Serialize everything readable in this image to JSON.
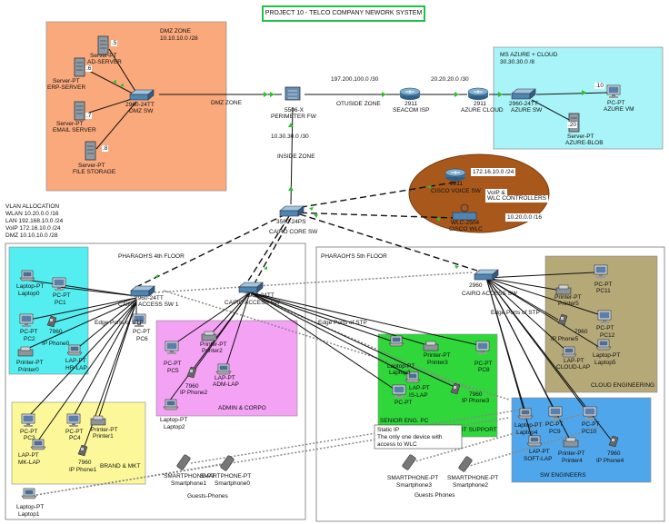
{
  "title": "PROJECT 10 - TELCO COMPANY NEWORK SYSTEM",
  "zones": {
    "dmz": {
      "name": "DMZ ZONE",
      "subnet": "10.10.10.0 /28",
      "color": "#f9a97b"
    },
    "azure": {
      "name": "MS AZURE + CLOUD",
      "subnet": "30.30.30.0 /8",
      "color": "#a8f4f8"
    },
    "voice": {
      "l1": "172.16.10.0 /24",
      "l2": "VoIP &",
      "l3": "WLC CONTROLLERS",
      "l4": "10.20.0.0 /16",
      "color": "#a9581c"
    },
    "floor4": {
      "name": "PHARAOH'S 4th FLOOR"
    },
    "floor5": {
      "name": "PHARAOH'S 5th FLOOR"
    },
    "cyan": {
      "color": "#55eef0"
    },
    "admin": {
      "name": "ADMIN & CORPO",
      "color": "#f4a2f4"
    },
    "brand": {
      "name": "BRAND & MKT",
      "color": "#fcf89a"
    },
    "itsupport": {
      "name": "IT SUPPORT",
      "color": "#2fd73a"
    },
    "cloudeng": {
      "name": "CLOUD ENGINEERING",
      "color": "#b5a978"
    },
    "swe": {
      "name": "SW ENGINEERS",
      "color": "#4fa6ea"
    }
  },
  "vlan": {
    "title": "VLAN ALLOCATION",
    "lines": [
      "WLAN 10.20.0.0 /16",
      "LAN 192.168.10.0 /24",
      "VoIP  172.16.10.0 /24",
      "DMZ  10.10.10.0 /28"
    ]
  },
  "links": {
    "dmz": "DMZ ZONE",
    "outside": "OTUSIDE ZONE",
    "isp": "197.200.100.0 /30",
    "cloud": "20.20.20.0 /30",
    "inside_net": "10.30.30.0 /30",
    "inside": "INSIDE ZONE",
    "stp_a": "Edge Ports of STP",
    "stp_b": "Edge Ports of STP",
    "stp_c": "Edge Ports of STP",
    "stp_d": "Edge Ports of STP"
  },
  "devices": {
    "ad": {
      "l1": "Server-PT",
      "l2": "AD-SERVER",
      "ip": ".5"
    },
    "erp": {
      "l1": "Server-PT",
      "l2": "ERP-SERVER",
      "ip": ".6"
    },
    "email": {
      "l1": "Server-PT",
      "l2": "EMAIL SERVER",
      "ip": ".7"
    },
    "file": {
      "l1": "Server-PT",
      "l2": "FILE STORAGE",
      "ip": ".8"
    },
    "dmzsw": {
      "l1": "2960-24TT",
      "l2": "DMZ SW"
    },
    "fw": {
      "l1": "5506-X",
      "l2": "PERIMETER FW"
    },
    "isp": {
      "l1": "2911",
      "l2": "SEACOM ISP"
    },
    "azcloud": {
      "l1": "2911",
      "l2": "AZURE CLOUD"
    },
    "azsw": {
      "l1": "2960-24TT",
      "l2": "AZURE SW"
    },
    "vm": {
      "l1": "PC-PT",
      "l2": "AZURE VM",
      "ip": ".10"
    },
    "blob": {
      "l1": "Server-PT",
      "l2": "AZURE-BLOB",
      "ip": ".20"
    },
    "voice": {
      "l1": "2811",
      "l2": "CISCO VOICE SW"
    },
    "wlc": {
      "l1": "WLC-2504",
      "l2": "CISCO WLC"
    },
    "core": {
      "l1": "3560-24PS",
      "l2": "CAIRO CORE SW"
    },
    "acc1": {
      "l1": "2960-24TT",
      "l2": "CAIRO ACCESS SW 1"
    },
    "acc2": {
      "l1": "2960-24TT",
      "l2": "CAIRO ACCESS SW"
    },
    "acc3": {
      "l1": "2960",
      "l2": "CAIRO ACCESS SW"
    },
    "laptop0": {
      "l1": "Laptop-PT",
      "l2": "Laptop0"
    },
    "pc1": {
      "l1": "PC-PT",
      "l2": "PC1"
    },
    "pc2": {
      "l1": "PC-PT",
      "l2": "PC2"
    },
    "iph0": {
      "l1": "7960",
      "l2": "IP Phone0"
    },
    "pc6": {
      "l1": "PC-PT",
      "l2": "PC6"
    },
    "printer0": {
      "l1": "Printer-PT",
      "l2": "Printer0"
    },
    "hrlap": {
      "l1": "LAP-PT",
      "l2": "HR-LAP"
    },
    "printer2": {
      "l1": "Printer-PT",
      "l2": "Printer2"
    },
    "pc5": {
      "l1": "PC-PT",
      "l2": "PC5"
    },
    "iph2": {
      "l1": "7960",
      "l2": "IP Phone2"
    },
    "admlap": {
      "l1": "LAP-PT",
      "l2": "ADM-LAP"
    },
    "laptop2": {
      "l1": "Laptop-PT",
      "l2": "Laptop2"
    },
    "pc3": {
      "l1": "PC-PT",
      "l2": "PC3"
    },
    "pc4": {
      "l1": "PC-PT",
      "l2": "PC4"
    },
    "printer1": {
      "l1": "Printer-PT",
      "l2": "Printer1"
    },
    "mklap": {
      "l1": "LAP-PT",
      "l2": "MK-LAP"
    },
    "iph1": {
      "l1": "7960",
      "l2": "IP Phone1"
    },
    "laptop1": {
      "l1": "Laptop-PT",
      "l2": "Laptop1"
    },
    "sp1": {
      "l1": "SMARTPHONE-PT",
      "l2": "Smartphone1"
    },
    "sp0": {
      "l1": "SMARTPHONE-PT",
      "l2": "Smartphone0"
    },
    "guests4": "Guests-Phones",
    "laptop3": {
      "l1": "Laptop-PT",
      "l2": "Laptop3"
    },
    "printer3": {
      "l1": "Printer-PT",
      "l2": "Printer3"
    },
    "pc8": {
      "l1": "PC-PT",
      "l2": "PC8"
    },
    "islap": {
      "l1": "LAP-PT",
      "l2": "IS-LAP"
    },
    "iph3": {
      "l1": "7960",
      "l2": "IP Phone3"
    },
    "senior": {
      "l1": "PC-PT",
      "l2": "SENIOR ENG. PC"
    },
    "note": [
      "Static IP",
      "The only one device with",
      "access  to WLC"
    ],
    "pc11": {
      "l1": "PC-PT",
      "l2": "PC11"
    },
    "printer5": {
      "l1": "Printer-PT",
      "l2": "Printer5"
    },
    "pc12": {
      "l1": "PC-PT",
      "l2": "PC12"
    },
    "iph5": {
      "l1": "7960",
      "l2": "IP Phone5"
    },
    "cloudlap": {
      "l1": "LAP-PT",
      "l2": "CLOUD-LAP"
    },
    "laptop5": {
      "l1": "Laptop-PT",
      "l2": "Laptop5"
    },
    "laptop4": {
      "l1": "Laptop-PT",
      "l2": "Laptop4"
    },
    "pc9": {
      "l1": "PC-PT",
      "l2": "PC9"
    },
    "pc10": {
      "l1": "PC-PT",
      "l2": "PC10"
    },
    "softlap": {
      "l1": "LAP-PT",
      "l2": "SOFT-LAP"
    },
    "printer4": {
      "l1": "Printer-PT",
      "l2": "Printer4"
    },
    "iph4": {
      "l1": "7960",
      "l2": "IP Phone4"
    },
    "sp3": {
      "l1": "SMARTPHONE-PT",
      "l2": "Smartphone3"
    },
    "sp2": {
      "l1": "SMARTPHONE-PT",
      "l2": "Smartphone2"
    },
    "guests5": "Guests Phones"
  }
}
